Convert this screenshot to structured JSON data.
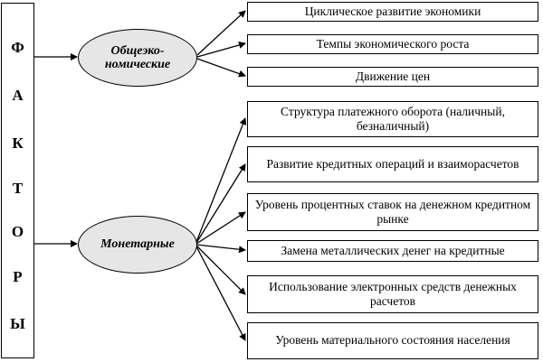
{
  "factors_title": [
    "Ф",
    "А",
    "К",
    "Т",
    "О",
    "Р",
    "Ы"
  ],
  "groups": [
    {
      "label": "Общеэко-\nномические",
      "items": [
        "Циклическое развитие экономики",
        "Темпы экономического роста",
        "Движение цен"
      ]
    },
    {
      "label": "Монетарные",
      "items": [
        "Структура платежного оборота (наличный, безналичный)",
        "Развитие кредитных операций и взаиморасчетов",
        "Уровень процентных ставок на денежном кредитном рынке",
        "Замена металлических денег на кредитные",
        "Использование электронных средств денежных расчетов",
        "Уровень материального состояния населения"
      ]
    }
  ]
}
